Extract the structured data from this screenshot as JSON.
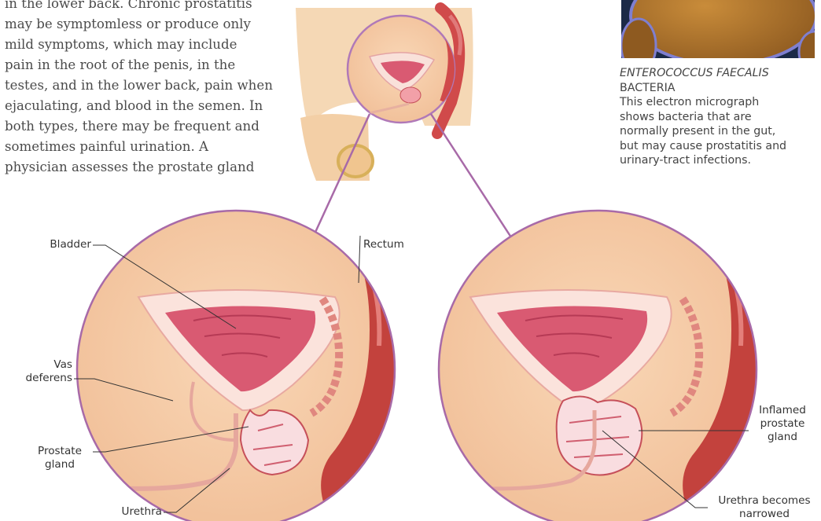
{
  "body_text": {
    "lines": [
      "in the lower back. Chronic prostatitis",
      "may be symptomless or produce only",
      "mild symptoms, which may include",
      "pain in the root of the penis, in the",
      "testes, and in the lower back, pain when",
      "ejaculating, and blood in the semen. In",
      "both types, there may be frequent and",
      "sometimes painful urination. A",
      "physician assesses the prostate gland"
    ]
  },
  "caption": {
    "title_line1": "ENTEROCOCCUS FAECALIS",
    "title_line2": "BACTERIA",
    "lines": [
      "This electron micrograph",
      "shows bacteria that are",
      "normally present in the gut,",
      "but may cause prostatitis and",
      "urinary-tract infections."
    ]
  },
  "labels": {
    "bladder": "Bladder",
    "rectum": "Rectum",
    "vas_deferens_1": "Vas",
    "vas_deferens_2": "deferens",
    "prostate_gland_1": "Prostate",
    "prostate_gland_2": "gland",
    "urethra": "Urethra",
    "inflamed_1": "Inflamed",
    "inflamed_2": "prostate",
    "inflamed_3": "gland",
    "narrowed_1": "Urethra becomes",
    "narrowed_2": "narrowed"
  },
  "colors": {
    "skin": "#f5d8b5",
    "inset_bg": "#f4c8a4",
    "circle_outline": "#a86aa8",
    "rectum": "#c3423d",
    "bladder_wall": "#fbe3dc",
    "bladder_inner": "#d95a72",
    "micrograph_bg": "#1b2a47",
    "bacteria": "#b37a2e"
  }
}
